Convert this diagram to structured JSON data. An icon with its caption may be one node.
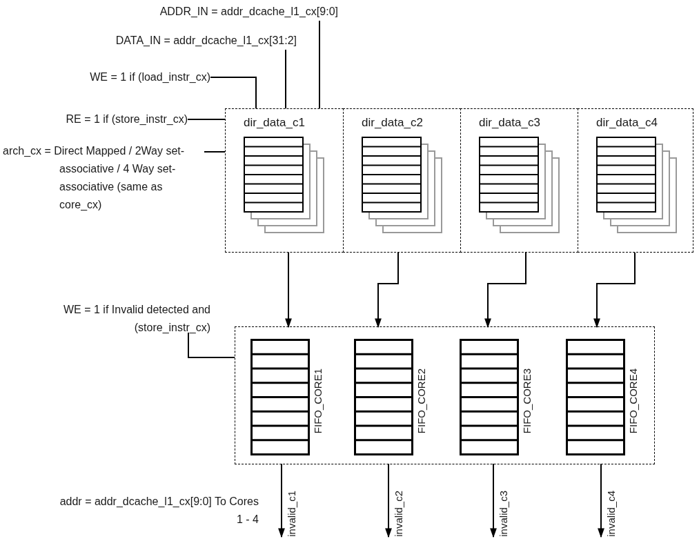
{
  "diagram": {
    "nodes": [
      {
        "text": [
          "ADDR_IN = addr_dcache_l1_cx[9:0]"
        ]
      },
      {
        "text": [
          "DATA_IN = addr_dcache_l1_cx[31:2]"
        ]
      },
      {
        "text": [
          "WE = 1 if (load_instr_cx)"
        ]
      },
      {
        "text": [
          "RE = 1 if (store_instr_cx)"
        ]
      },
      {
        "text": [
          "arch_cx = Direct Mapped / 2Way set-associative / 4 Way set-associative (same as core_cx)"
        ]
      },
      {
        "text": [
          "dir_data_c1"
        ]
      },
      {
        "text": [
          "dir_data_c2"
        ]
      },
      {
        "text": [
          "dir_data_c3"
        ]
      },
      {
        "text": [
          "dir_data_c4"
        ]
      },
      {
        "text": [
          "WE = 1 if Invalid detected and (store_instr_cx)"
        ]
      },
      {
        "text": [],
        "shape": "box"
      },
      {
        "text": [
          "FIFO_CORE1"
        ],
        "in": 10
      },
      {
        "text": [
          "FIFO_CORE2"
        ],
        "in": 10
      },
      {
        "text": [
          "FIFO_CORE3"
        ],
        "in": 10
      },
      {
        "text": [
          "FIFO_CORE4"
        ],
        "in": 10
      }
    ],
    "edges": [
      {
        "from": 0,
        "to": 5,
        "arrow": "none"
      },
      {
        "from": 1,
        "to": 5,
        "arrow": "none"
      },
      {
        "from": 2,
        "to": 5,
        "arrow": "none"
      },
      {
        "from": 3,
        "to": 5,
        "arrow": "none"
      },
      {
        "from": 4,
        "to": 5,
        "arrow": "none"
      },
      {
        "from": 5,
        "to": 11,
        "arrow": "to"
      },
      {
        "from": 6,
        "to": 12,
        "arrow": "to"
      },
      {
        "from": 7,
        "to": 13,
        "arrow": "to"
      },
      {
        "from": 8,
        "to": 14,
        "arrow": "to"
      },
      {
        "from": 9,
        "to": 10,
        "arrow": "none"
      },
      {
        "from": 11,
        "to": null,
        "arrow": "to",
        "label": "invalid_c1"
      },
      {
        "from": 12,
        "to": null,
        "arrow": "to",
        "label": "invalid_c2"
      },
      {
        "from": 13,
        "to": null,
        "arrow": "to",
        "label": "invalid_c3"
      },
      {
        "from": 14,
        "to": null,
        "arrow": "to",
        "label": "invalid_c4"
      }
    ],
    "labels": [
      "addr = addr_dcache_l1_cx[9:0] To Cores 1 - 4"
    ]
  }
}
